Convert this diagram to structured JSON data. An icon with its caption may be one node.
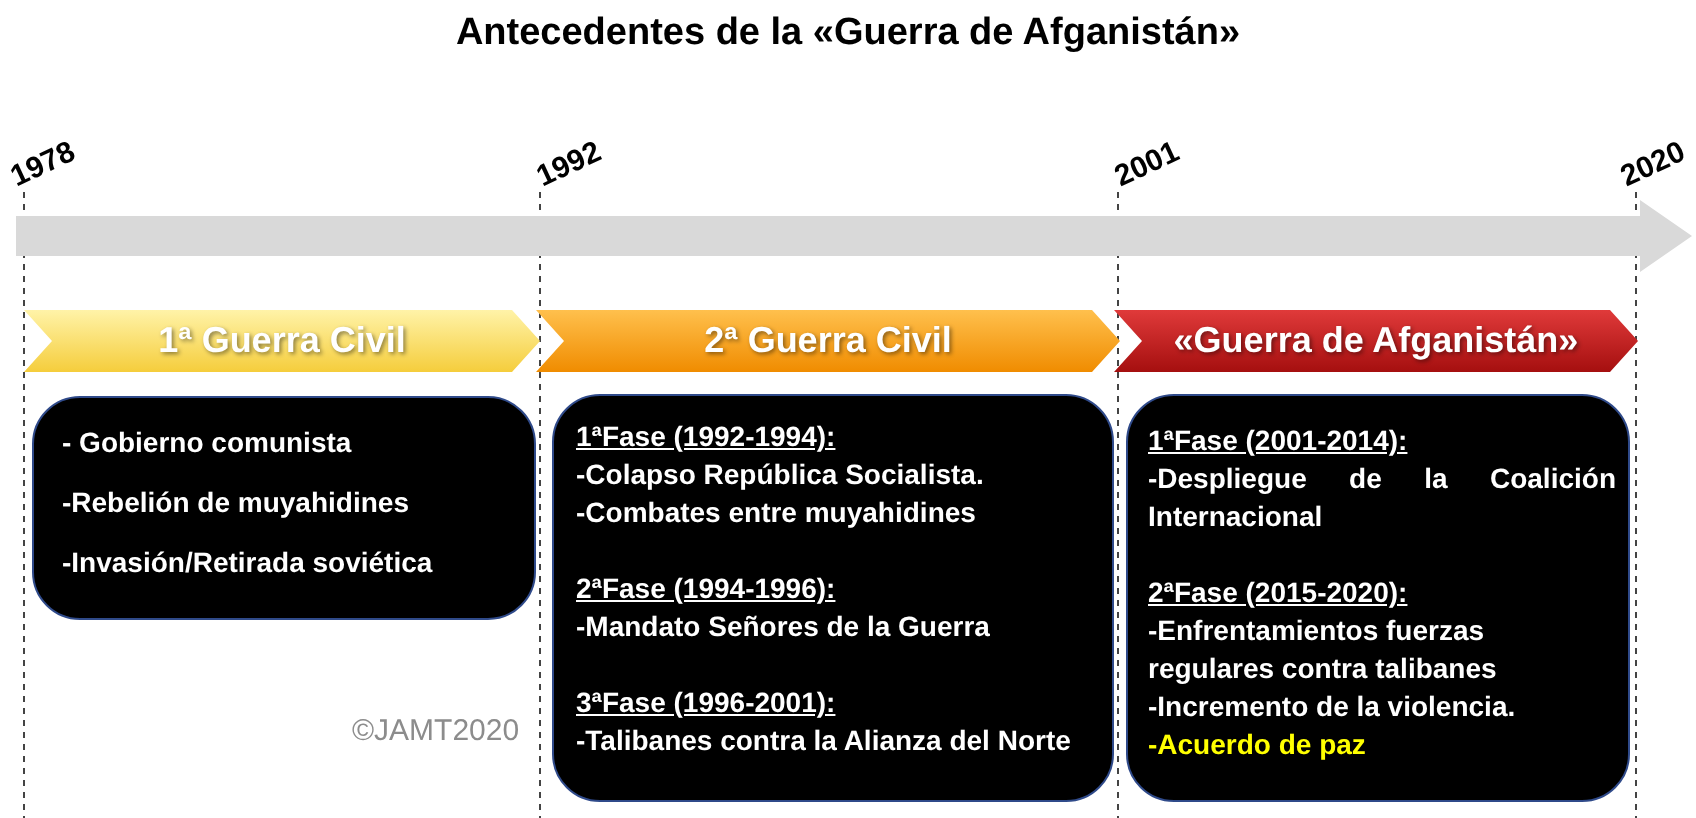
{
  "diagram": {
    "title": "Antecedentes de la «Guerra de Afganistán»",
    "nodes": [
      {
        "text": [
          "1ª Guerra Civil"
        ]
      },
      {
        "text": [
          "2ª Guerra Civil"
        ]
      },
      {
        "text": [
          "«Guerra de Afganistán»"
        ]
      },
      {
        "text": [
          "- Gobierno comunista",
          "-Rebelión de muyahidines",
          "-Invasión/Retirada soviética"
        ]
      },
      {
        "text": [
          "1ªFase (1992-1994):",
          "-Colapso República Socialista.",
          "-Combates entre muyahidines",
          "2ªFase (1994-1996):",
          "-Mandato Señores de la Guerra",
          "3ªFase (1996-2001):",
          "-Talibanes contra la Alianza del Norte"
        ]
      },
      {
        "text": [
          "1ªFase (2001-2014):",
          "-Despliegue de la Coalición Internacional",
          "2ªFase (2015-2020):",
          "-Enfrentamientos fuerzas regulares contra talibanes",
          "-Incremento de la violencia.",
          "-Acuerdo de paz"
        ]
      }
    ],
    "labels": [
      "1978",
      "1992",
      "2001",
      "2020",
      "©JAMT2020"
    ]
  }
}
